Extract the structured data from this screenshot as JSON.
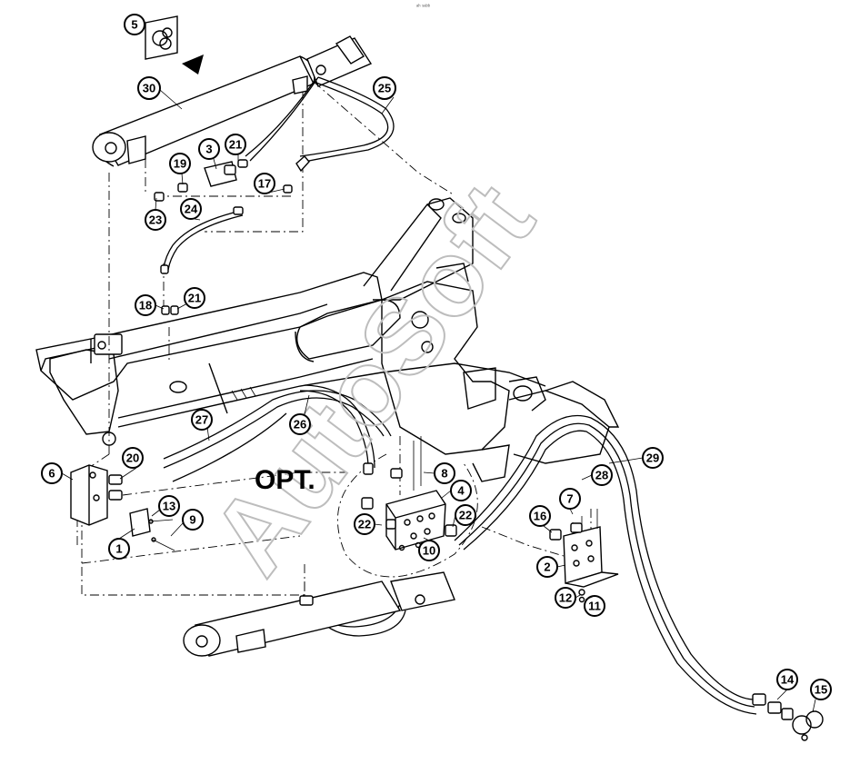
{
  "header_mark": "ᵃʰ ˢᵃᵇᵇ",
  "watermark": "AutoSoft",
  "opt_label": "OPT.",
  "callouts": [
    "5",
    "30",
    "25",
    "3",
    "21",
    "19",
    "17",
    "23",
    "24",
    "18",
    "21",
    "27",
    "26",
    "6",
    "20",
    "13",
    "9",
    "1",
    "8",
    "4",
    "22",
    "22",
    "10",
    "29",
    "28",
    "7",
    "16",
    "2",
    "12",
    "11",
    "14",
    "15"
  ]
}
